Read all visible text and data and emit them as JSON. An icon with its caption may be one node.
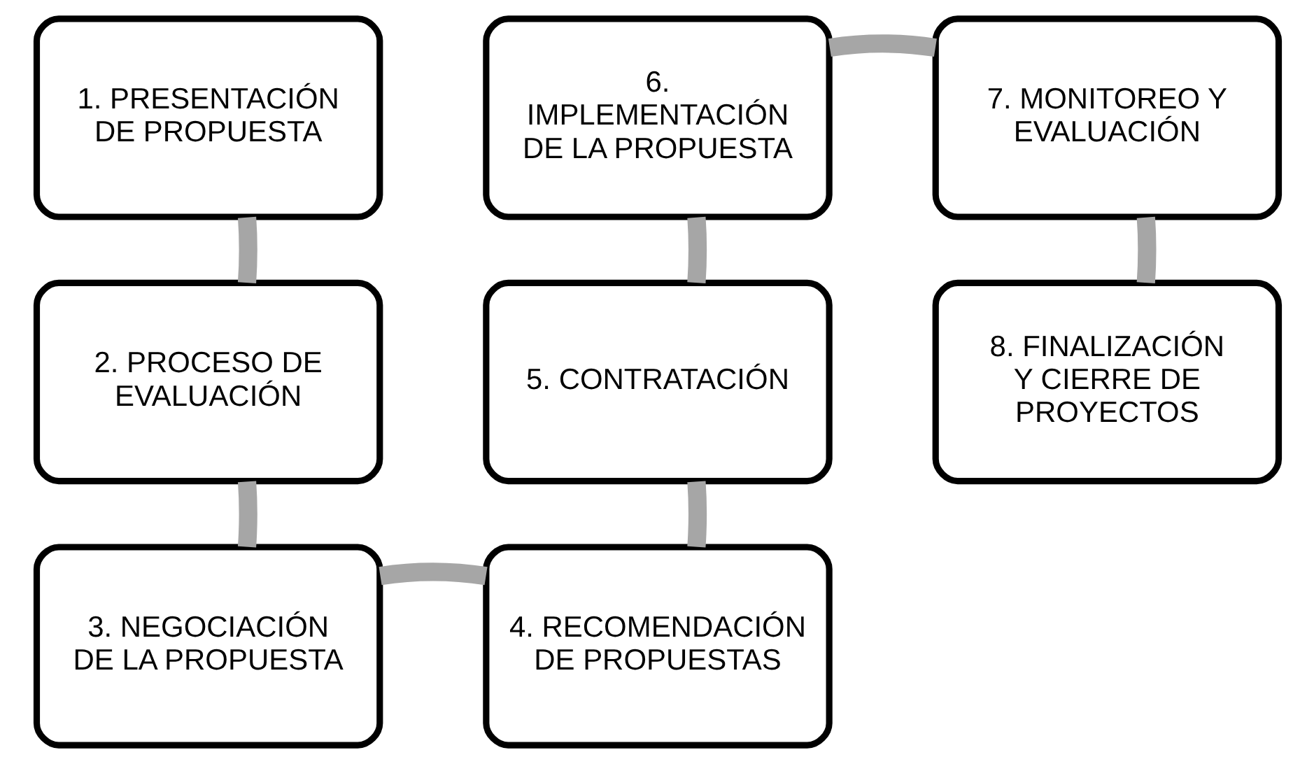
{
  "diagram": {
    "nodes": [
      {
        "text": [
          "1. PRESENTACIÓN DE PROPUESTA"
        ]
      },
      {
        "text": [
          "2. PROCESO DE EVALUACIÓN"
        ]
      },
      {
        "text": [
          "3. NEGOCIACIÓN DE LA PROPUESTA"
        ]
      },
      {
        "text": [
          "4. RECOMENDACIÓN DE PROPUESTAS"
        ]
      },
      {
        "text": [
          "5. CONTRATACIÓN"
        ]
      },
      {
        "text": [
          "6. IMPLEMENTACIÓN DE LA PROPUESTA"
        ]
      },
      {
        "text": [
          "7. MONITOREO Y EVALUACIÓN"
        ]
      },
      {
        "text": [
          "8. FINALIZACIÓN Y CIERRE DE PROYECTOS"
        ]
      }
    ],
    "edges": [
      {
        "from": 0,
        "to": 1,
        "arrow": "none"
      },
      {
        "from": 1,
        "to": 2,
        "arrow": "none"
      },
      {
        "from": 2,
        "to": 3,
        "arrow": "none"
      },
      {
        "from": 3,
        "to": 4,
        "arrow": "none"
      },
      {
        "from": 4,
        "to": 5,
        "arrow": "none"
      },
      {
        "from": 5,
        "to": 6,
        "arrow": "none"
      },
      {
        "from": 6,
        "to": 7,
        "arrow": "none"
      }
    ]
  }
}
